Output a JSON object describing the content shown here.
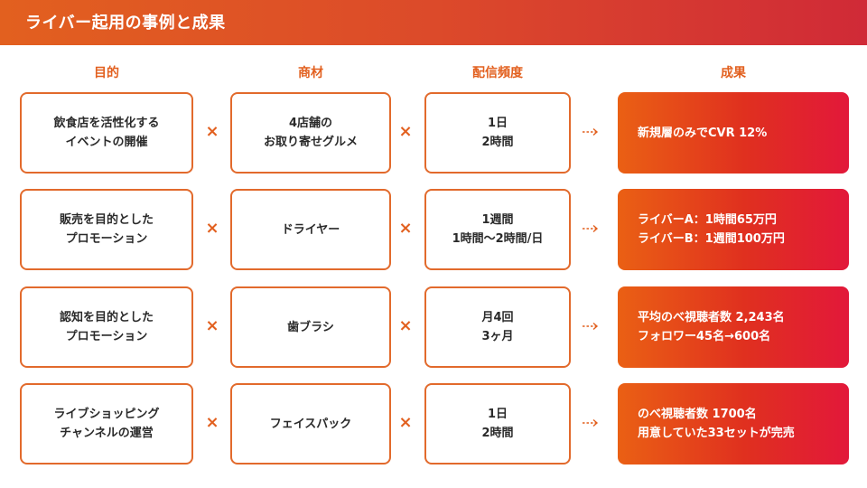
{
  "header": {
    "title": "ライバー起用の事例と成果"
  },
  "columns": {
    "purpose": "目的",
    "product": "商材",
    "frequency": "配信頻度",
    "result": "成果"
  },
  "rows": [
    {
      "purpose": "飲食店を活性化する\nイベントの開催",
      "product": "4店舗の\nお取り寄せグルメ",
      "frequency": "1日\n2時間",
      "result": "新規層のみでCVR 12%"
    },
    {
      "purpose": "販売を目的とした\nプロモーション",
      "product": "ドライヤー",
      "frequency": "1週間\n1時間〜2時間/日",
      "result": "ライバーA：1時間65万円\nライバーB：1週間100万円"
    },
    {
      "purpose": "認知を目的とした\nプロモーション",
      "product": "歯ブラシ",
      "frequency": "月4回\n3ヶ月",
      "result": "平均のべ視聴者数 2,243名\nフォロワー45名→600名"
    },
    {
      "purpose": "ライブショッピング\nチャンネルの運営",
      "product": "フェイスパック",
      "frequency": "1日\n2時間",
      "result": "のべ視聴者数 1700名\n用意していた33セットが完売"
    }
  ],
  "symbols": {
    "cross": "×"
  },
  "colors": {
    "accent": "#e2601f",
    "result_start": "#ea6014",
    "result_end": "#e2183a"
  }
}
